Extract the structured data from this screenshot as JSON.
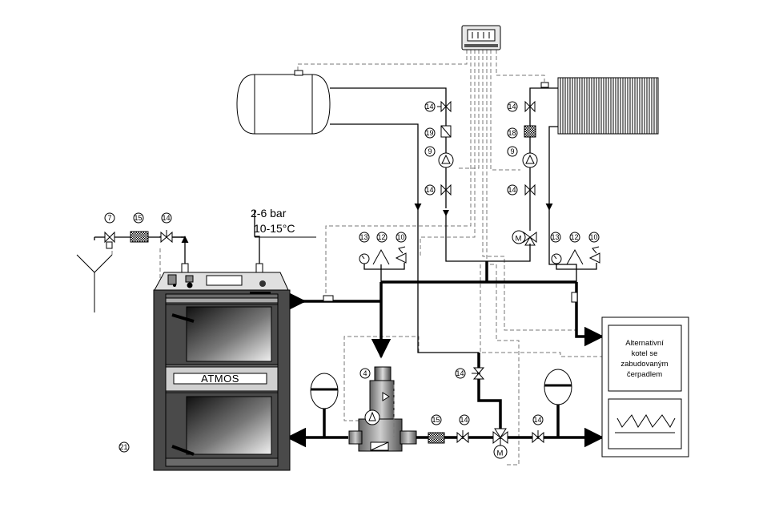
{
  "pressure": {
    "line1": "2-6 bar",
    "line2": "10-15°C"
  },
  "boiler": {
    "brand": "ATMOS"
  },
  "alt_boiler": {
    "line1": "Alternativní",
    "line2": "kotel se",
    "line3": "zabudovaným",
    "line4": "čerpadlem"
  },
  "labels": {
    "n7": "7",
    "n15": "15",
    "n14": "14",
    "n13": "13",
    "n12": "12",
    "n10": "10",
    "n19": "19",
    "n18": "18",
    "n9": "9",
    "n4": "4",
    "n21": "21"
  },
  "motor": "M"
}
